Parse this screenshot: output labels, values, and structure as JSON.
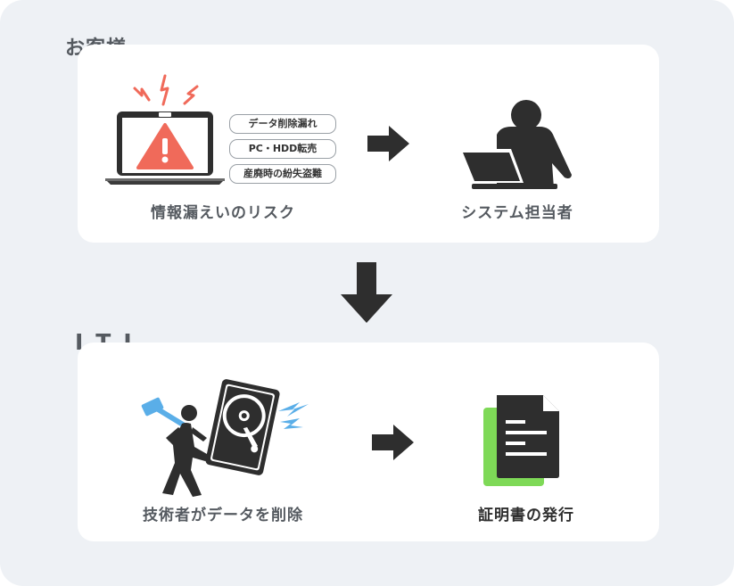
{
  "customer_section": {
    "label": "お客様",
    "risk_caption": "情報漏えいのリスク",
    "risk_tags": [
      "データ削除漏れ",
      "PC・HDD転売",
      "産廃時の紛失盗難"
    ],
    "staff_caption": "システム担当者"
  },
  "iti_section": {
    "label": "ITI",
    "erase_caption": "技術者がデータを削除",
    "certificate_caption": "証明書の発行"
  },
  "colors": {
    "background": "#eef1f5",
    "card": "#ffffff",
    "icon_dark": "#2e2e2e",
    "alert_red": "#f06a5a",
    "spark_blue": "#5aaee8",
    "certificate_green": "#7ed957",
    "label_gray": "#555a60"
  },
  "icons": [
    "laptop-warning-icon",
    "person-at-laptop-icon",
    "worker-hammer-icon",
    "hard-drive-icon",
    "document-icon",
    "arrow-right-icon",
    "arrow-down-icon"
  ]
}
